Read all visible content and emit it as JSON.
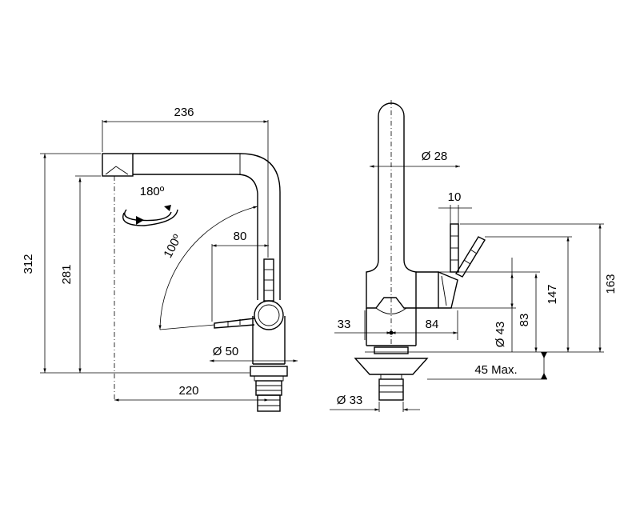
{
  "dimensions": {
    "width_236": "236",
    "rotation_180": "180º",
    "angle_100": "100º",
    "width_80": "80",
    "height_312": "312",
    "height_281": "281",
    "diameter_50": "Ø 50",
    "width_220": "220",
    "diameter_28": "Ø 28",
    "width_10": "10",
    "height_163": "163",
    "height_147": "147",
    "height_83": "83",
    "diameter_43": "Ø 43",
    "width_33": "33",
    "width_84": "84",
    "max_45": "45 Max.",
    "diameter_33": "Ø 33"
  },
  "colors": {
    "line": "#000000",
    "background": "#ffffff"
  }
}
